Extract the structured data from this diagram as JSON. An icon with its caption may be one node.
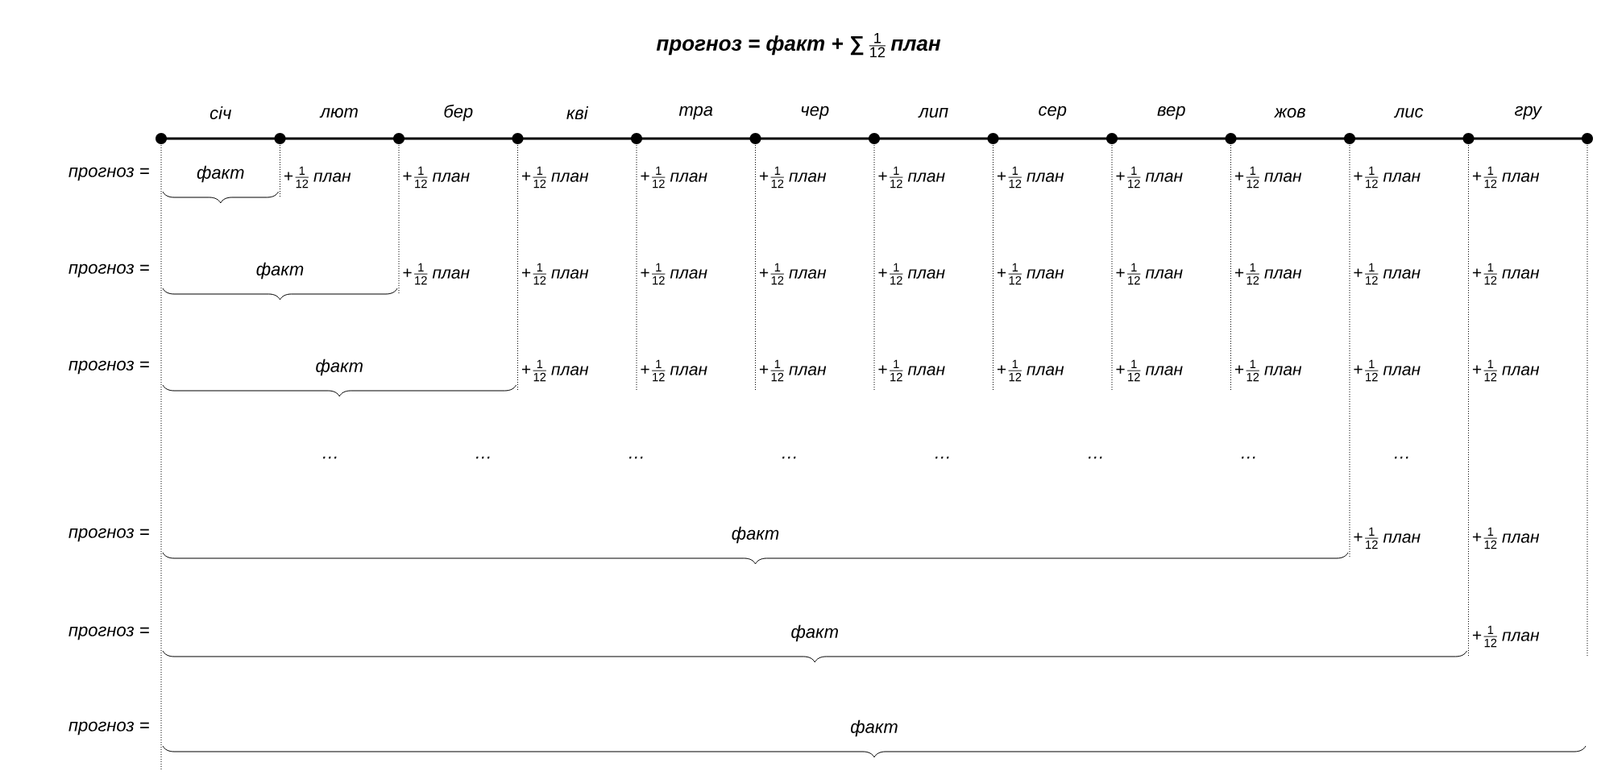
{
  "diagram": {
    "title": "\\text{\\bfseries\\itshape прогноз = факт + ∑}\\,\\frac{\\text{1}}{\\text{12}}\\,\\text{\\bfseries\\itshape план}",
    "labels": [
      "січ",
      "лют",
      "бер",
      "кві",
      "тра",
      "чер",
      "лип",
      "сер",
      "вер",
      "жов",
      "лис",
      "гру",
      "прогноз =",
      "факт",
      "\\text{+}\\frac{\\text{1}}{\\text{12}}\\,\\text{\\itshape план}",
      "\\text{+}\\frac{\\text{1}}{\\text{12}}\\,\\text{\\itshape план}",
      "\\text{+}\\frac{\\text{1}}{\\text{12}}\\,\\text{\\itshape план}",
      "\\text{+}\\frac{\\text{1}}{\\text{12}}\\,\\text{\\itshape план}",
      "\\text{+}\\frac{\\text{1}}{\\text{12}}\\,\\text{\\itshape план}",
      "\\text{+}\\frac{\\text{1}}{\\text{12}}\\,\\text{\\itshape план}",
      "\\text{+}\\frac{\\text{1}}{\\text{12}}\\,\\text{\\itshape план}",
      "\\text{+}\\frac{\\text{1}}{\\text{12}}\\,\\text{\\itshape план}",
      "\\text{+}\\frac{\\text{1}}{\\text{12}}\\,\\text{\\itshape план}",
      "\\text{+}\\frac{\\text{1}}{\\text{12}}\\,\\text{\\itshape план}",
      "\\text{+}\\frac{\\text{1}}{\\text{12}}\\,\\text{\\itshape план}",
      "прогноз =",
      "факт",
      "\\text{+}\\frac{\\text{1}}{\\text{12}}\\,\\text{\\itshape план}",
      "\\text{+}\\frac{\\text{1}}{\\text{12}}\\,\\text{\\itshape план}",
      "\\text{+}\\frac{\\text{1}}{\\text{12}}\\,\\text{\\itshape план}",
      "\\text{+}\\frac{\\text{1}}{\\text{12}}\\,\\text{\\itshape план}",
      "\\text{+}\\frac{\\text{1}}{\\text{12}}\\,\\text{\\itshape план}",
      "\\text{+}\\frac{\\text{1}}{\\text{12}}\\,\\text{\\itshape план}",
      "\\text{+}\\frac{\\text{1}}{\\text{12}}\\,\\text{\\itshape план}",
      "\\text{+}\\frac{\\text{1}}{\\text{12}}\\,\\text{\\itshape план}",
      "\\text{+}\\frac{\\text{1}}{\\text{12}}\\,\\text{\\itshape план}",
      "\\text{+}\\frac{\\text{1}}{\\text{12}}\\,\\text{\\itshape план}",
      "прогноз =",
      "факт",
      "\\text{+}\\frac{\\text{1}}{\\text{12}}\\,\\text{\\itshape план}",
      "\\text{+}\\frac{\\text{1}}{\\text{12}}\\,\\text{\\itshape план}",
      "\\text{+}\\frac{\\text{1}}{\\text{12}}\\,\\text{\\itshape план}",
      "\\text{+}\\frac{\\text{1}}{\\text{12}}\\,\\text{\\itshape план}",
      "\\text{+}\\frac{\\text{1}}{\\text{12}}\\,\\text{\\itshape план}",
      "\\text{+}\\frac{\\text{1}}{\\text{12}}\\,\\text{\\itshape план}",
      "\\text{+}\\frac{\\text{1}}{\\text{12}}\\,\\text{\\itshape план}",
      "\\text{+}\\frac{\\text{1}}{\\text{12}}\\,\\text{\\itshape план}",
      "\\text{+}\\frac{\\text{1}}{\\text{12}}\\,\\text{\\itshape план}",
      "…",
      "…",
      "…",
      "…",
      "…",
      "…",
      "…",
      "…",
      "прогноз =",
      "факт",
      "\\text{+}\\frac{\\text{1}}{\\text{12}}\\,\\text{\\itshape план}",
      "\\text{+}\\frac{\\text{1}}{\\text{12}}\\,\\text{\\itshape план}",
      "прогноз =",
      "факт",
      "\\text{+}\\frac{\\text{1}}{\\text{12}}\\,\\text{\\itshape план}",
      "прогноз =",
      "факт"
    ]
  }
}
